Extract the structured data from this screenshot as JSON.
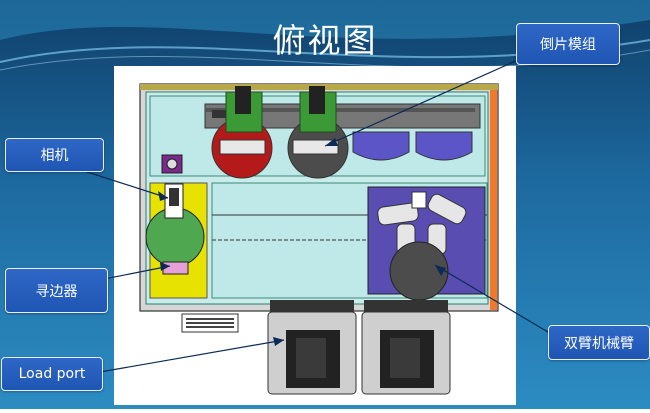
{
  "slide": {
    "title": "俯视图",
    "colors": {
      "background": "#1f6da4",
      "callout": "#2a62c2"
    }
  },
  "callouts": {
    "chamfer_module": "倒片模组",
    "camera": "相机",
    "edge_finder": "寻边器",
    "load_port": "Load port",
    "dual_arm_robot": "双臂机械臂"
  },
  "drawing": {
    "station_circles": [
      "#b51a1a",
      "#4c4c4c",
      "#5b55c8",
      "#5b55c8"
    ],
    "robot_panel_color": "#5a4db2",
    "aligner_panel_color": "#e8e200",
    "wafer_color": "#4fa84f"
  }
}
